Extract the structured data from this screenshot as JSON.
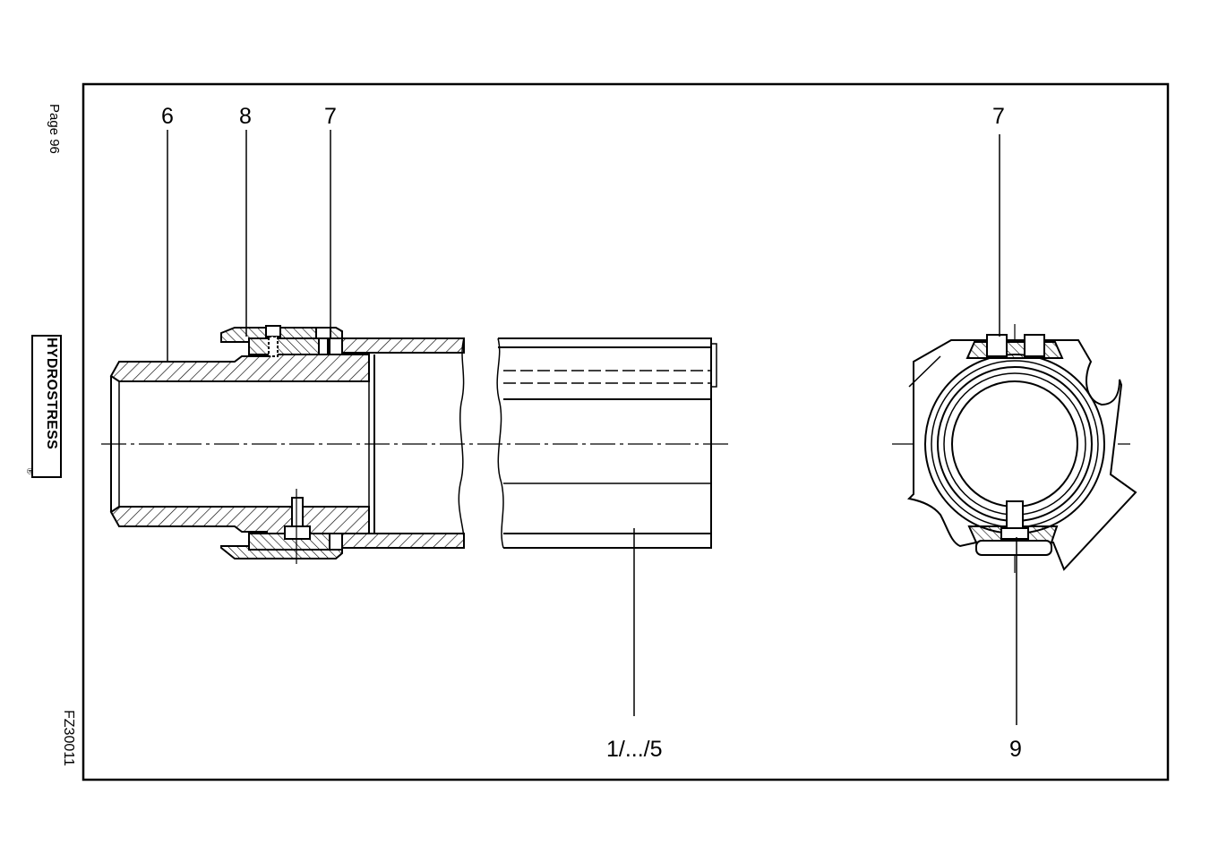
{
  "page_label": "Page 96",
  "document_code": "FZ30011",
  "brand": {
    "name": "HYDROSTRESS",
    "registered_mark": "®"
  },
  "callouts": {
    "part_6": "6",
    "part_8": "8",
    "part_7_section": "7",
    "part_7_end_view": "7",
    "parts_1_to_5": "1/.../5",
    "part_9": "9"
  }
}
